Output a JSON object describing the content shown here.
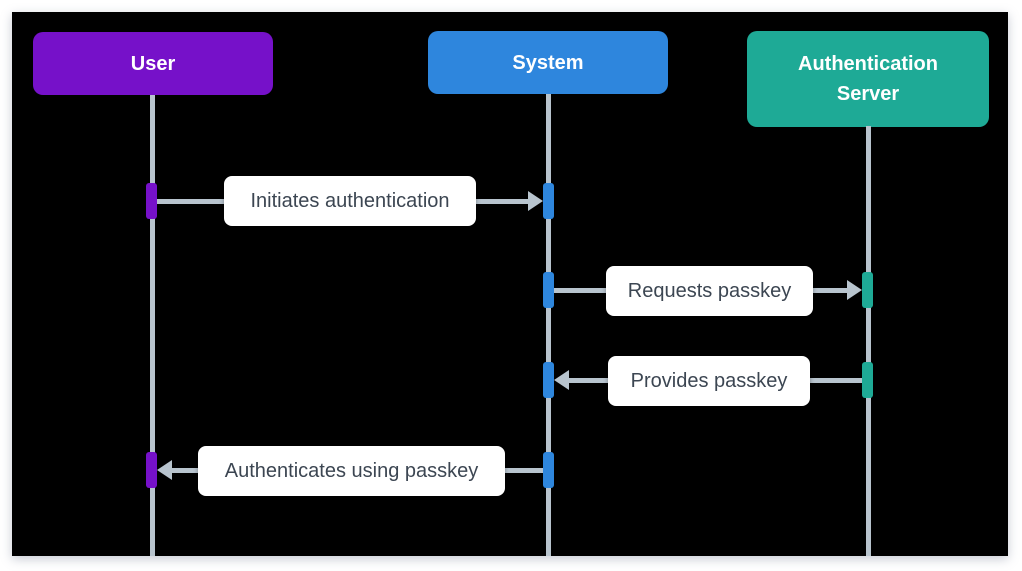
{
  "diagram": {
    "type": "sequence-diagram",
    "background_color": "#000000",
    "frame_color": "#ffffff",
    "lifeline_color": "#b8c4ce",
    "arrow_color": "#b8c4ce",
    "label_text_color": "#3c4652",
    "actors": [
      {
        "id": "user",
        "label": "User",
        "color": "#7611c9"
      },
      {
        "id": "system",
        "label": "System",
        "color": "#2e86dd"
      },
      {
        "id": "auth-server",
        "label": "Authentication Server",
        "color": "#1eaa96"
      }
    ],
    "messages": [
      {
        "from": "User",
        "to": "System",
        "label": "Initiates authentication",
        "direction": "right"
      },
      {
        "from": "System",
        "to": "Authentication Server",
        "label": "Requests passkey",
        "direction": "right"
      },
      {
        "from": "Authentication Server",
        "to": "System",
        "label": "Provides passkey",
        "direction": "left"
      },
      {
        "from": "System",
        "to": "User",
        "label": "Authenticates using passkey",
        "direction": "left"
      }
    ]
  }
}
